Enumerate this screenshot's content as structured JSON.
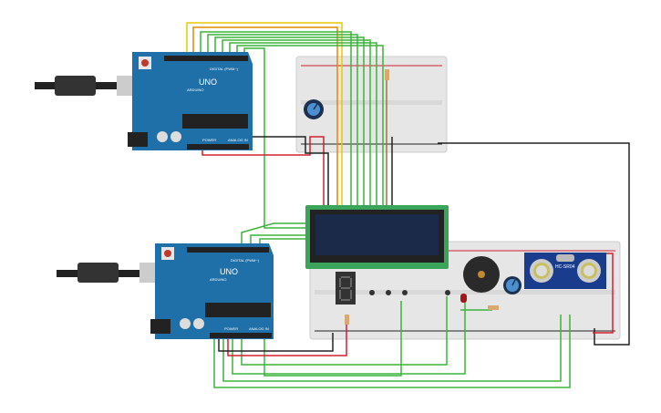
{
  "arduino_1": {
    "model": "UNO",
    "brand": "ARDUINO",
    "digital_label": "DIGITAL (PWM~)",
    "power_label": "POWER",
    "analog_label": "ANALOG IN"
  },
  "arduino_2": {
    "model": "UNO",
    "brand": "ARDUINO",
    "digital_label": "DIGITAL (PWM~)",
    "power_label": "POWER",
    "analog_label": "ANALOG IN"
  },
  "sensor": {
    "label": "HC-SR04"
  },
  "colors": {
    "board": "#1f6fa8",
    "breadboard": "#e6e6e6",
    "lcd_pcb": "#3aa55a",
    "lcd_screen": "#1c2a4a",
    "wire_green": "#3cb43c",
    "wire_red": "#d02030",
    "wire_black": "#222222",
    "wire_yellow": "#e8c800",
    "wire_orange": "#e08a00"
  }
}
